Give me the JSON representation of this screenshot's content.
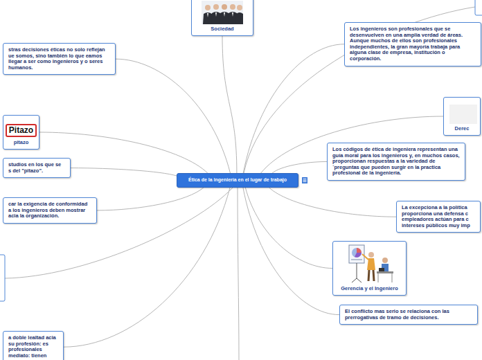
{
  "diagram": {
    "nodes": [
      {
        "text": [
          "Ética de la ingeniería en el lugar de trabajo"
        ]
      },
      {
        "text": [
          "Sociedad"
        ]
      },
      {
        "text": [
          "Los ingenieros son profesionales que se desenvuelven en una amplia verdad de áreas. Aunque muchos de ellos son profesionales independientes, la gran mayoría trabaja para alguna clase de empresa, institución o corporación."
        ]
      },
      {
        "text": [
          "Derec"
        ]
      },
      {
        "text": [
          "Los códigos de ética de ingeniera representan una guía moral para los ingenieros y, en muchos casos, proporcionan respuestas a la variedad de ´preguntas que pueden surgir en la practica profesional de la ingeniería."
        ]
      },
      {
        "text": [
          "La excepciona a la política proporciona una defensa c empleadores actúan para c intereses públicos muy imp"
        ]
      },
      {
        "text": [
          "Gerencia y el Ingeniero"
        ]
      },
      {
        "text": [
          "El conflicto mas serio se relaciona con las prerrogativas de tramo de decisiones."
        ]
      },
      {
        "text": [
          "stras decisiones éticas no solo reflejan ue somos, sino también lo que eamos llegar a ser como ingenieros y o seres humanos."
        ]
      },
      {
        "text": [
          "pitazo"
        ]
      },
      {
        "text": [
          "studios en los que se s del \"pitazo\"."
        ]
      },
      {
        "text": [
          "car la exigencia de conformidad a los ingenieros deben mostrar acia la organización."
        ]
      },
      {
        "text": [
          "a doble lealtad acia su profesión: es profesionales mediato: tienen"
        ]
      }
    ],
    "edges": [
      {
        "from": 0,
        "to": 1,
        "arrow": "none"
      },
      {
        "from": 0,
        "to": 2,
        "arrow": "none"
      },
      {
        "from": 0,
        "to": 3,
        "arrow": "none"
      },
      {
        "from": 0,
        "to": 4,
        "arrow": "none"
      },
      {
        "from": 0,
        "to": 5,
        "arrow": "none"
      },
      {
        "from": 0,
        "to": 6,
        "arrow": "none"
      },
      {
        "from": 0,
        "to": 7,
        "arrow": "none"
      },
      {
        "from": 0,
        "to": 8,
        "arrow": "none"
      },
      {
        "from": 0,
        "to": 9,
        "arrow": "none"
      },
      {
        "from": 0,
        "to": 10,
        "arrow": "none"
      },
      {
        "from": 0,
        "to": 11,
        "arrow": "none"
      },
      {
        "from": 0,
        "to": 12,
        "arrow": "none"
      }
    ],
    "labels": [
      "Pitazo"
    ]
  }
}
